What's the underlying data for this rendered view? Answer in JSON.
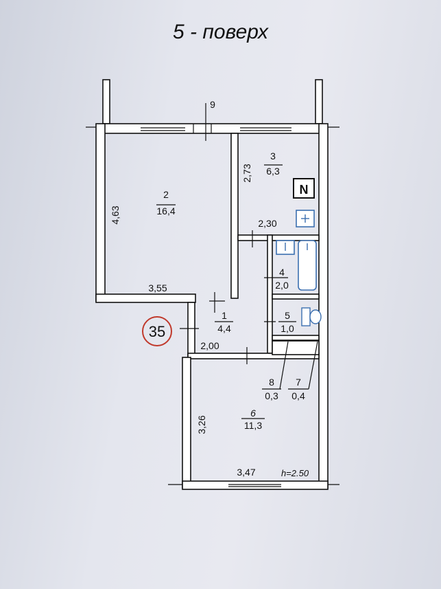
{
  "title": "5 - поверх",
  "apartment_number": "35",
  "ceiling_height_note": "h=2.50",
  "rooms": [
    {
      "num": "1",
      "area": "4,4"
    },
    {
      "num": "2",
      "area": "16,4"
    },
    {
      "num": "3",
      "area": "6,3"
    },
    {
      "num": "4",
      "area": "2,0"
    },
    {
      "num": "5",
      "area": "1,0"
    },
    {
      "num": "6",
      "area": "11,3"
    },
    {
      "num": "7",
      "area": "0,4"
    },
    {
      "num": "8",
      "area": "0,3"
    },
    {
      "num": "9",
      "area": ""
    }
  ],
  "dimensions": {
    "room2_height": "4,63",
    "room2_width": "3,55",
    "room3_height": "2,73",
    "room3_width": "2,30",
    "hall_width": "2,00",
    "room6_height": "3,26",
    "room6_width": "3,47"
  },
  "stove_glyph": "N",
  "colors": {
    "ink": "#111111",
    "wall_fill": "#ffffff",
    "badge_ring": "#c0392b",
    "fixture": "#3b6fb0"
  }
}
